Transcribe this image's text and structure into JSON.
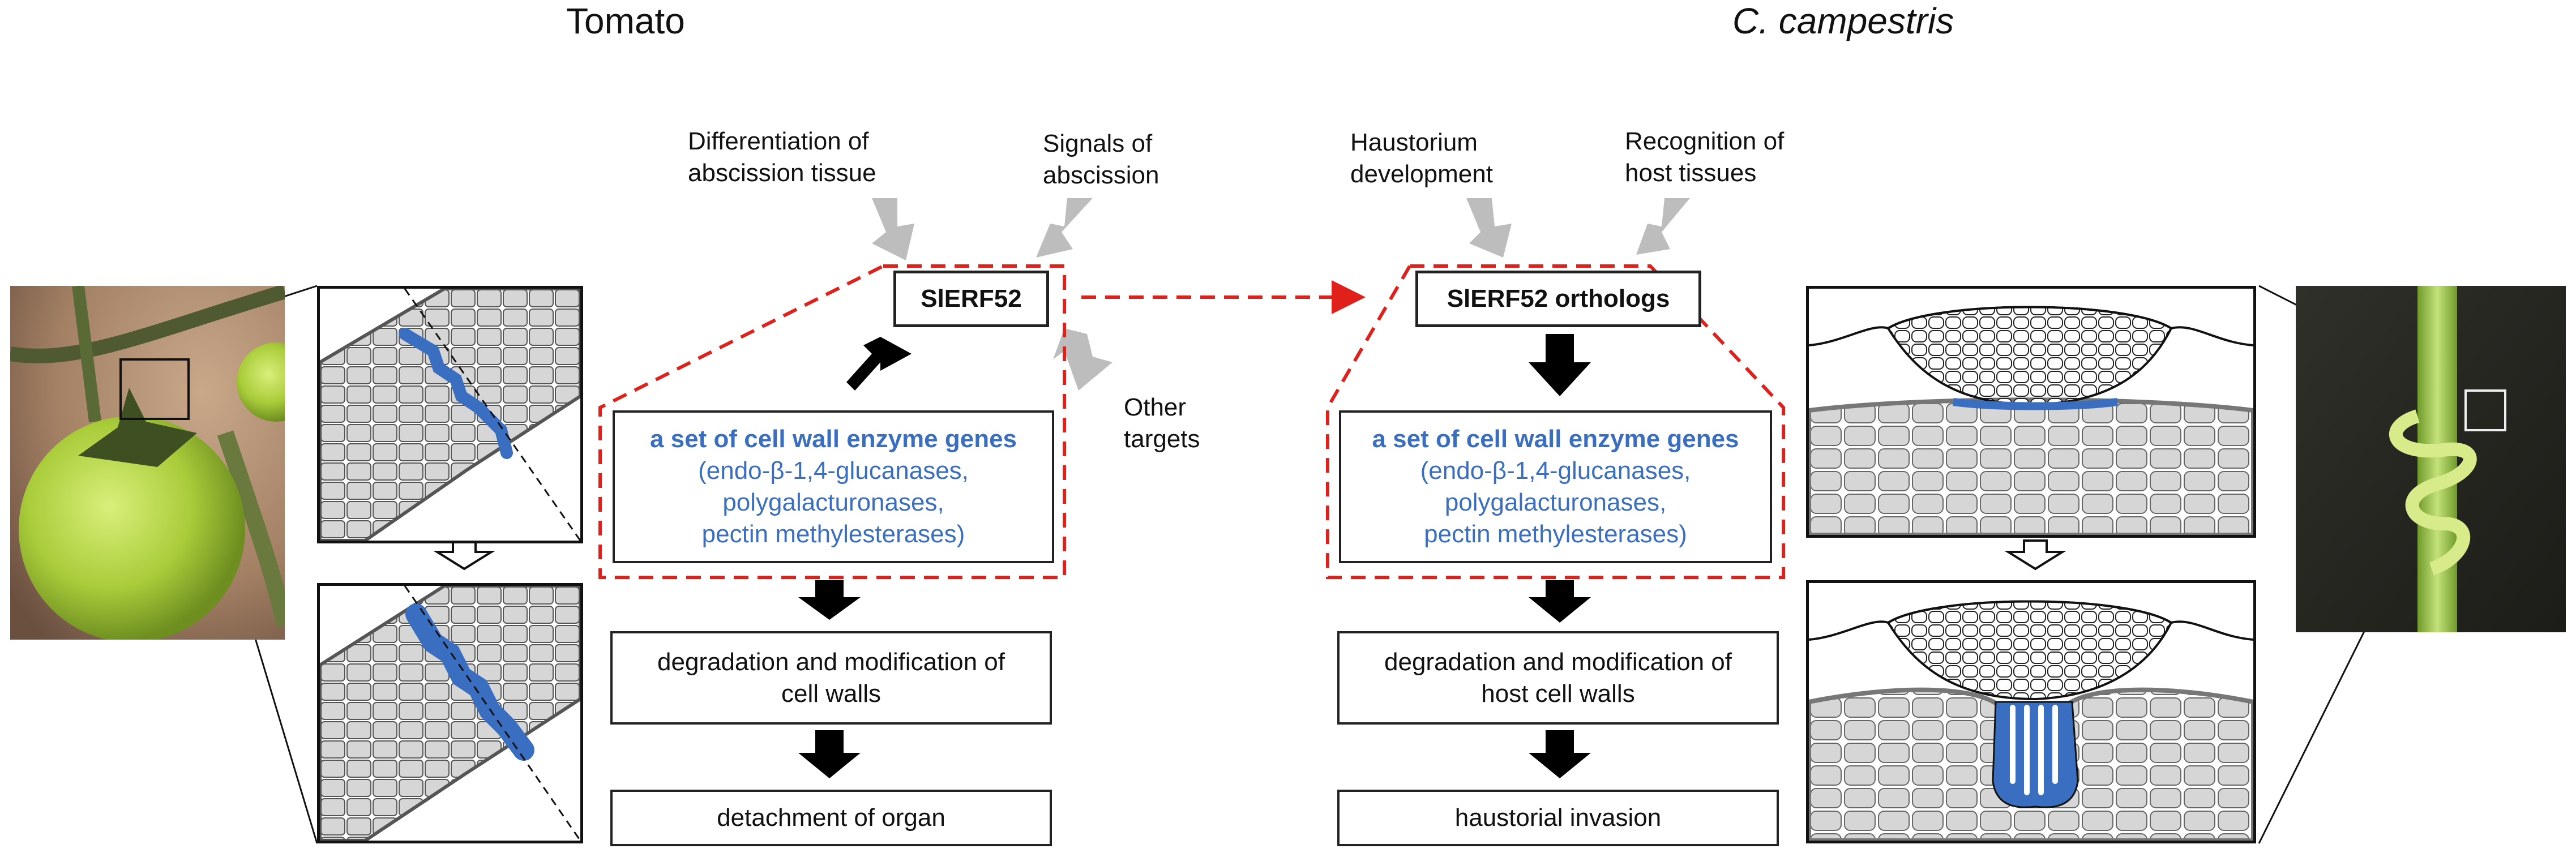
{
  "left": {
    "title": "Tomato",
    "inputs": [
      "Differentiation of\nabscission tissue",
      "Signals of\nabscission"
    ],
    "regulator": "SlERF52",
    "other_targets": "Other\ntargets",
    "genes_head": "a set of cell wall enzyme genes",
    "genes_list": "(endo-β-1,4-glucanases,\npolygalacturonases,\npectin methylesterases)",
    "step1": "degradation and modification of\ncell walls",
    "step2": "detachment of organ"
  },
  "right": {
    "title": "C. campestris",
    "inputs": [
      "Haustorium\ndevelopment",
      "Recognition of\nhost tissues"
    ],
    "regulator": "SlERF52 orthologs",
    "genes_head": "a set of cell wall enzyme genes",
    "genes_list": "(endo-β-1,4-glucanases,\npolygalacturonases,\npectin methylesterases)",
    "step1": "degradation and modification of\nhost cell walls",
    "step2": "haustorial invasion"
  },
  "colors": {
    "enzyme_blue": "#3a6ec0",
    "dashed_red": "#e0201b",
    "grey_arrow": "#bdbdbd",
    "black_arrow": "#000000"
  }
}
